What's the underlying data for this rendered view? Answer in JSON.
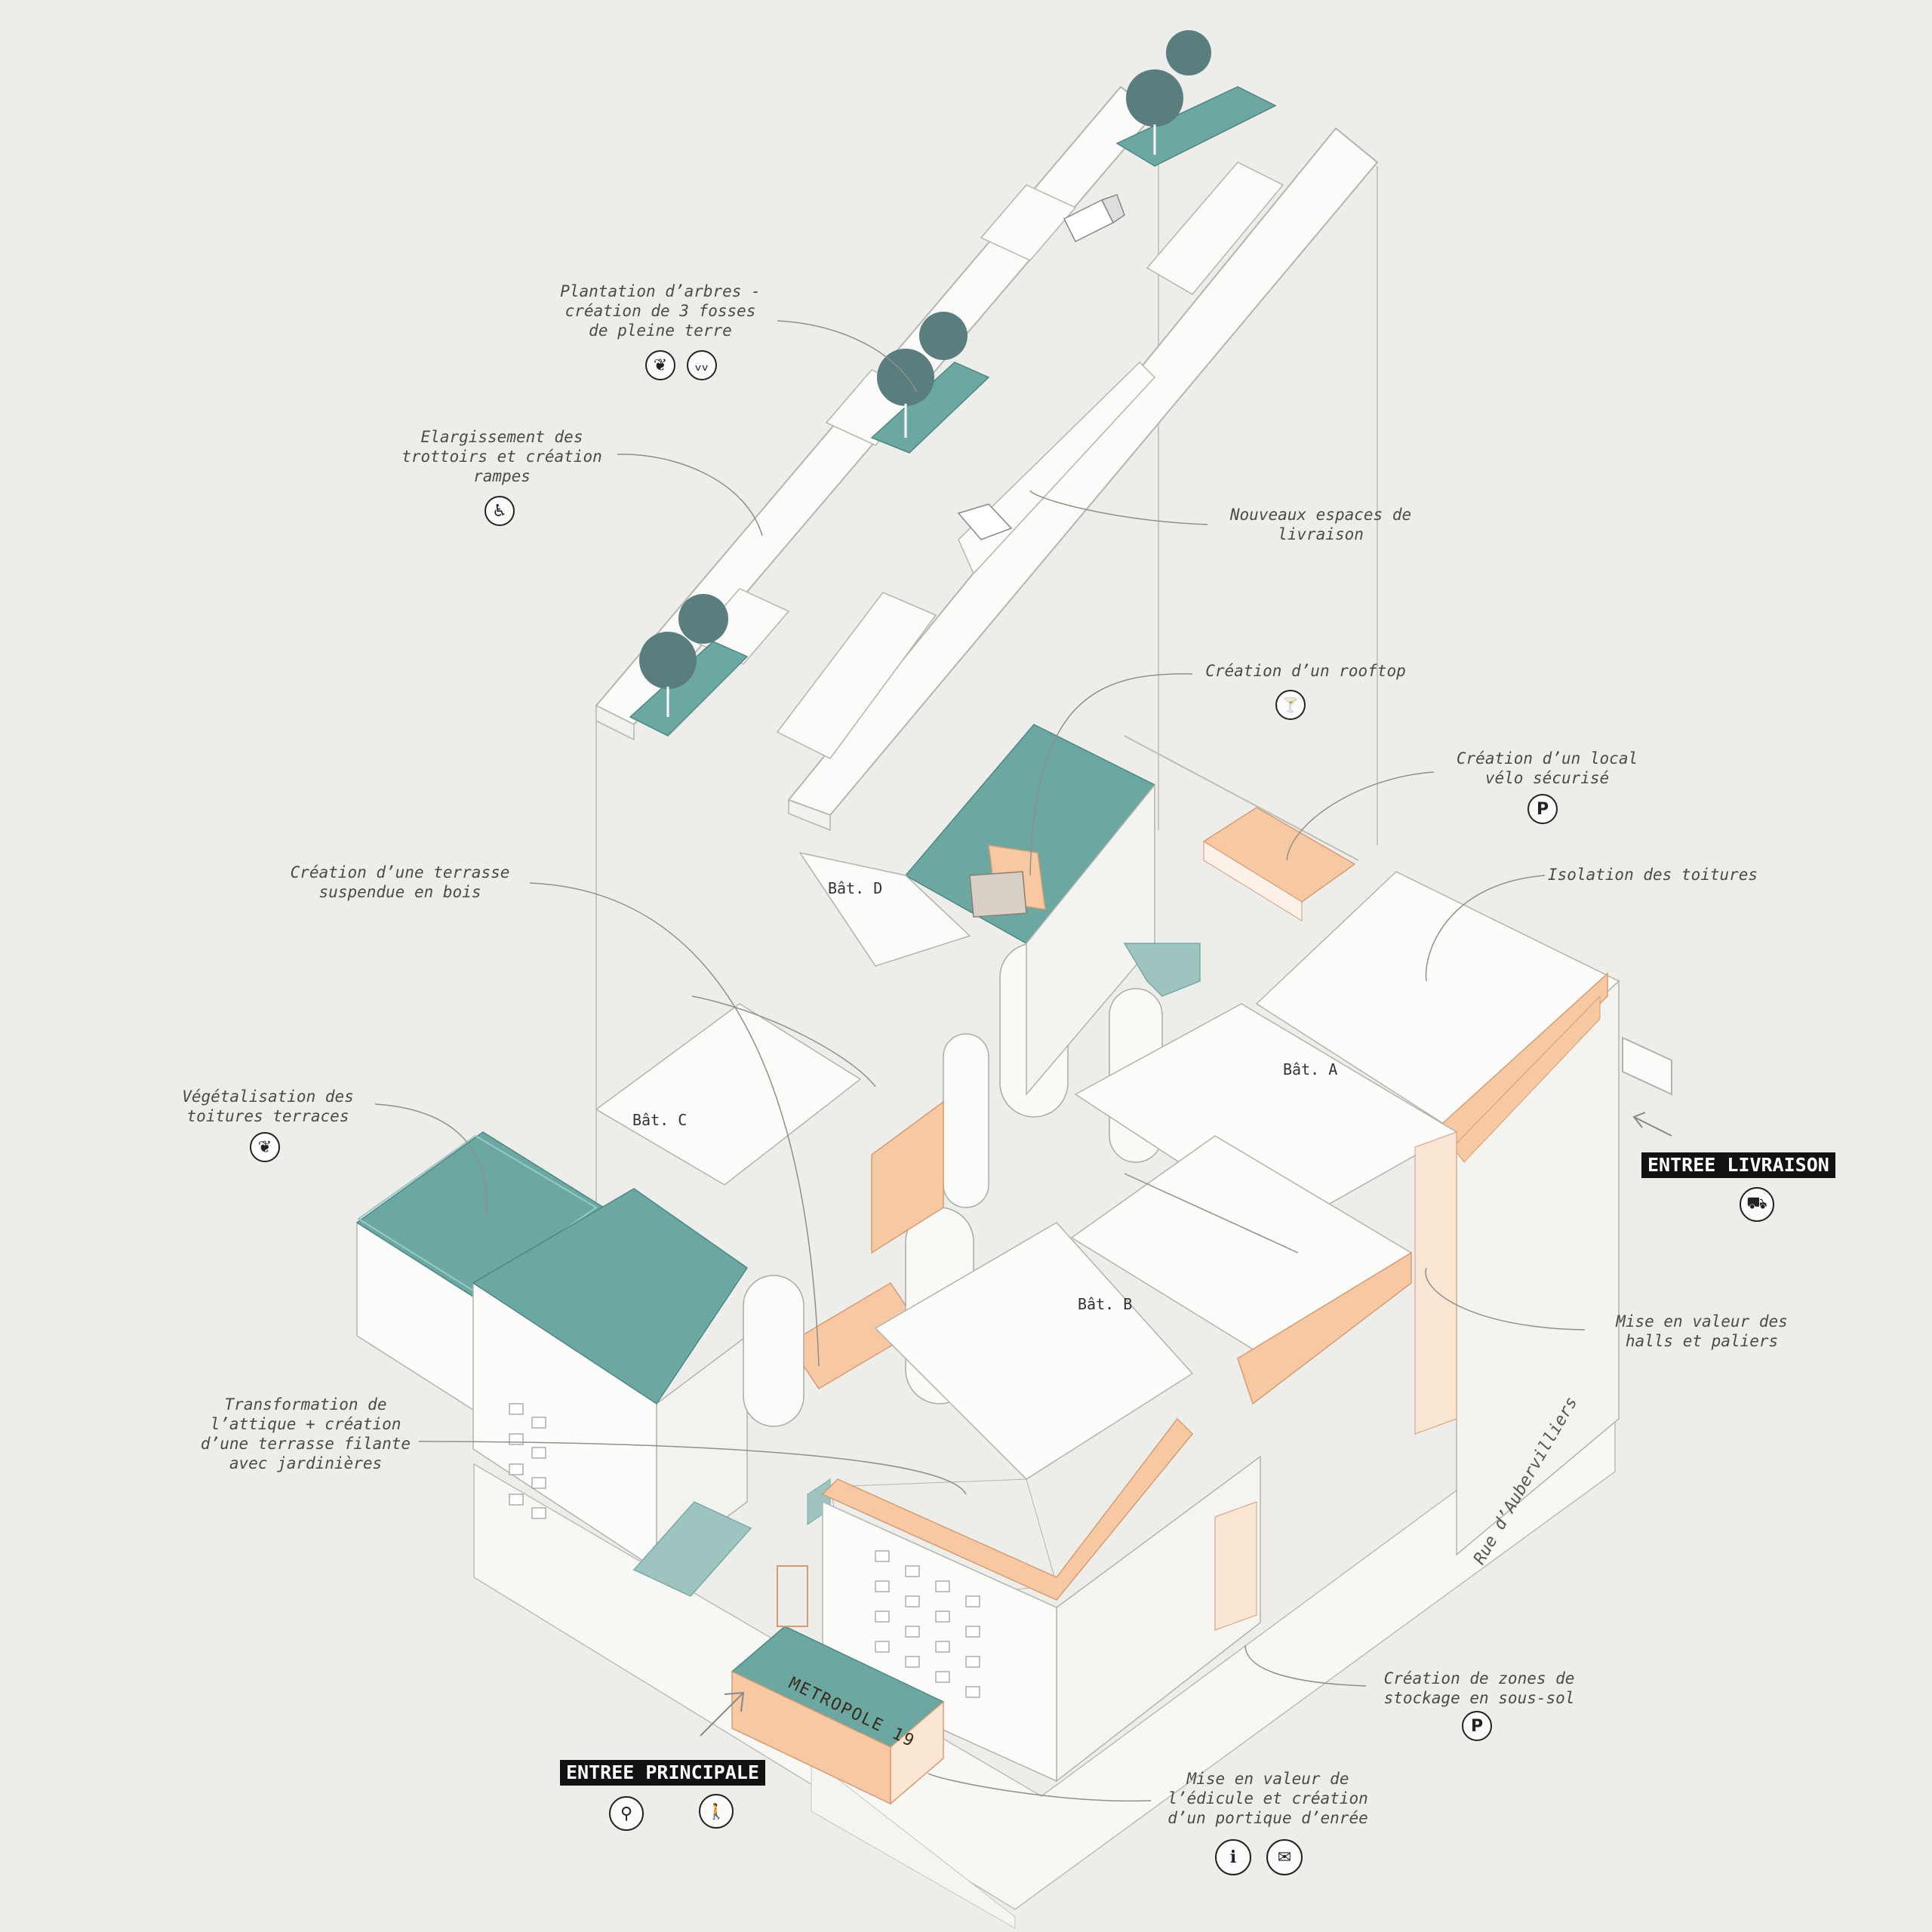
{
  "colors": {
    "background": "#ededea",
    "roof_green": "#6ca8a2",
    "wood_orange": "#f7c9a3",
    "tree": "#5a7d7d",
    "line": "#9a9a96",
    "label": "#4a4a48"
  },
  "annotations": {
    "trees": "Plantation d’arbres -\ncréation de 3 fosses\nde pleine terre",
    "sidewalks": "Elargissement des\ntrottoirs et création\nrampes",
    "delivery_spaces": "Nouveaux espaces de\nlivraison",
    "rooftop": "Création d’un rooftop",
    "bike_room": "Création d’un local\nvélo sécurisé",
    "suspended_terrace": "Création d’une terrasse\nsuspendue en bois",
    "roof_insulation": "Isolation des toitures",
    "green_roofs": "Végétalisation des\ntoitures terraces",
    "attic": "Transformation de\nl’attique + création\nd’une terrasse filante\navec jardinières",
    "halls": "Mise en valeur des\nhalls et paliers",
    "storage": "Création de zones de\nstockage en sous-sol",
    "portico": "Mise en valeur de\nl’édicule et création\nd’un portique d’enrée"
  },
  "buildings": {
    "a": "Bât. A",
    "b": "Bât. B",
    "c": "Bât. C",
    "d": "Bât. D"
  },
  "entries": {
    "main": "ENTREE PRINCIPALE",
    "delivery": "ENTREE LIVRAISON"
  },
  "street_name": "Rue d’Aubervilliers",
  "facade_sign": "METROPOLE 19",
  "icons": {
    "leaf": "❦",
    "bird": "ᵥᵥ",
    "wheelchair": "♿",
    "cocktail": "🍸",
    "bike_parking": "P",
    "leaf2": "❦",
    "truck": "⛟",
    "parking": "P",
    "info": "i",
    "mail": "✉",
    "bike": "⚲",
    "pedestrian": "🚶"
  }
}
